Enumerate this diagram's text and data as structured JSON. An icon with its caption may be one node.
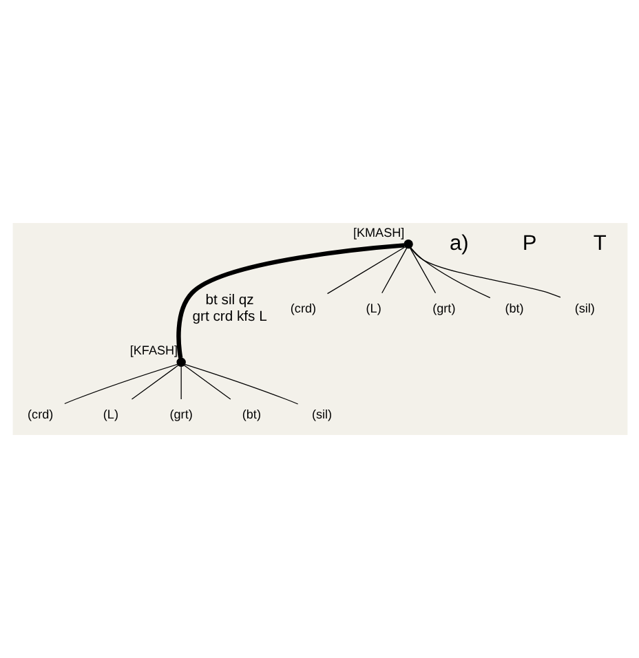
{
  "diagram": {
    "nodes": [
      {
        "text": [],
        "shape": "circle",
        "beside": [
          "[KMASH]"
        ]
      },
      {
        "text": [],
        "shape": "circle",
        "beside": [
          "[KFASH]"
        ]
      },
      {
        "text": [
          "(crd)"
        ]
      },
      {
        "text": [
          "(L)"
        ]
      },
      {
        "text": [
          "(grt)"
        ]
      },
      {
        "text": [
          "(bt)"
        ]
      },
      {
        "text": [
          "(sil)"
        ]
      },
      {
        "text": [
          "(crd)"
        ]
      },
      {
        "text": [
          "(L)"
        ]
      },
      {
        "text": [
          "(grt)"
        ]
      },
      {
        "text": [
          "(bt)"
        ]
      },
      {
        "text": [
          "(sil)"
        ]
      }
    ],
    "edges": [
      {
        "from": 0,
        "to": 1,
        "arrow": "none",
        "style": "thick",
        "label": [
          "bt sil qz",
          "grt crd kfs L"
        ]
      },
      {
        "from": 0,
        "to": 2,
        "arrow": "none"
      },
      {
        "from": 0,
        "to": 3,
        "arrow": "none"
      },
      {
        "from": 0,
        "to": 4,
        "arrow": "none"
      },
      {
        "from": 0,
        "to": 5,
        "arrow": "none"
      },
      {
        "from": 0,
        "to": 6,
        "arrow": "none"
      },
      {
        "from": 1,
        "to": 7,
        "arrow": "none"
      },
      {
        "from": 1,
        "to": 8,
        "arrow": "none"
      },
      {
        "from": 1,
        "to": 9,
        "arrow": "none"
      },
      {
        "from": 1,
        "to": 10,
        "arrow": "none"
      },
      {
        "from": 1,
        "to": 11,
        "arrow": "none"
      }
    ],
    "labels": [
      "a)",
      "P",
      "T"
    ]
  }
}
